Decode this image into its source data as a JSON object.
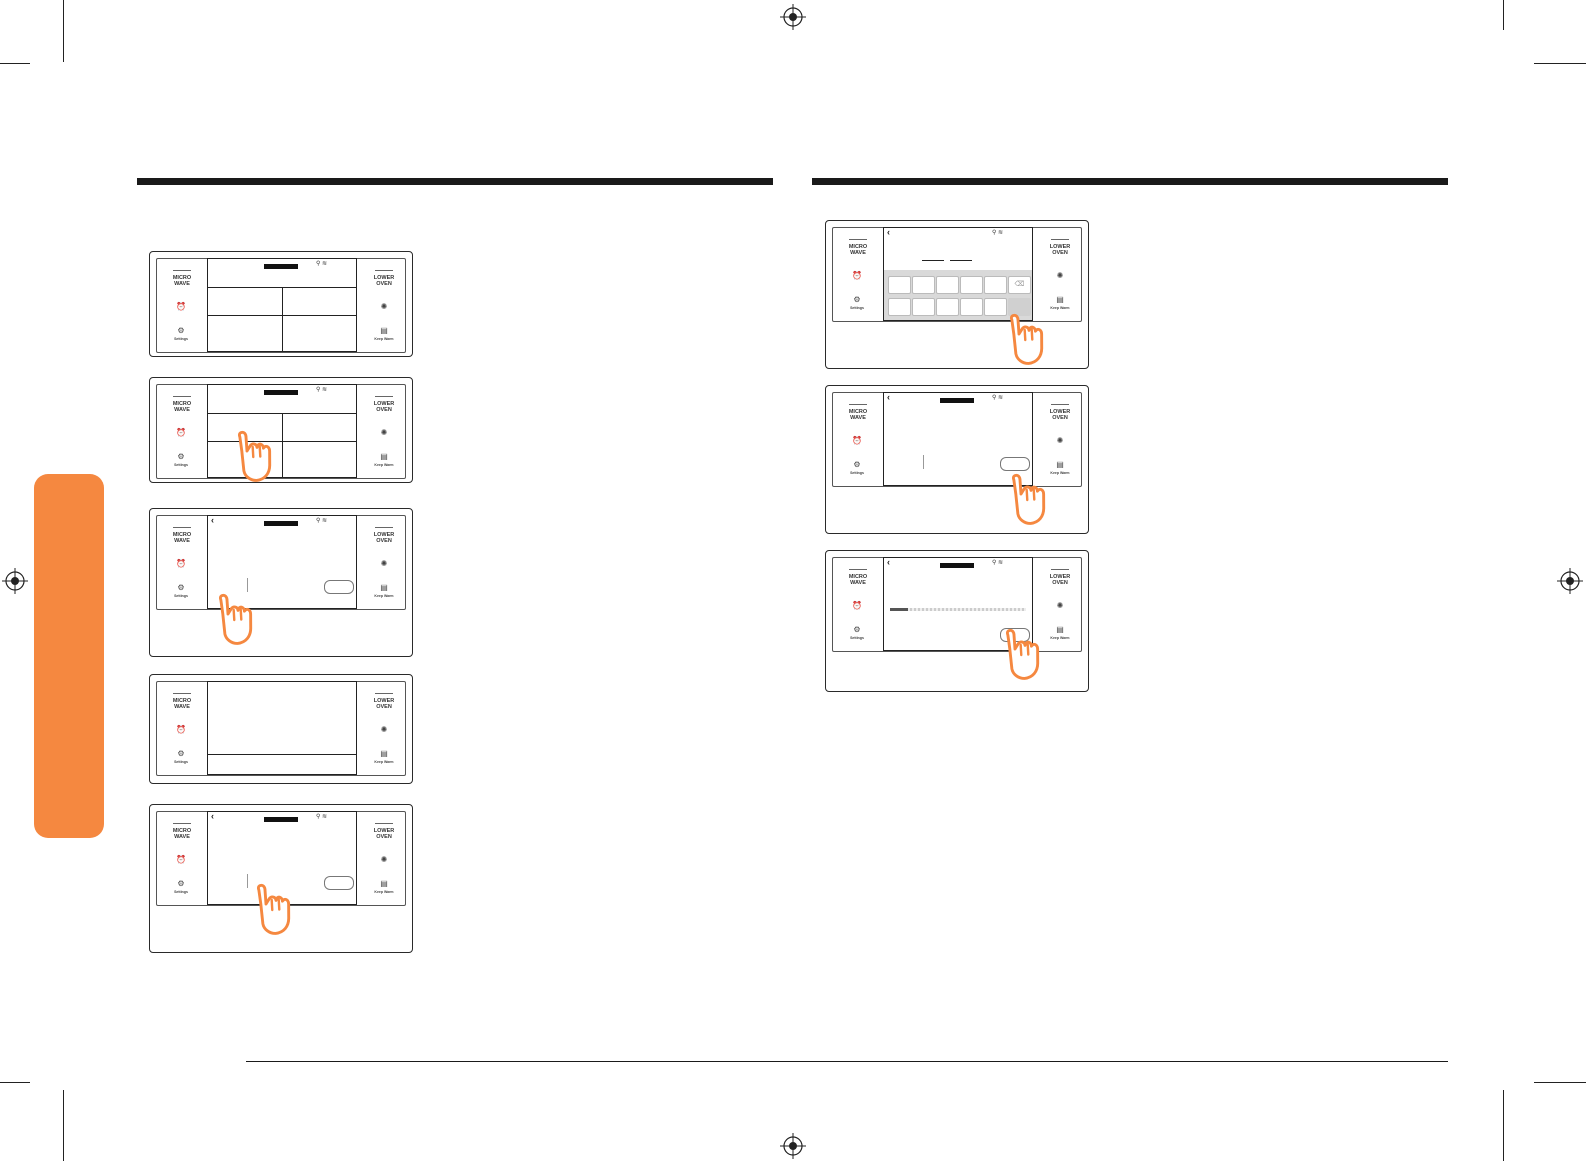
{
  "panel_labels": {
    "left_top": "MICRO WAVE",
    "right_top": "LOWER OVEN",
    "left_bottom": "Settings",
    "right_bottom": "Keep Warm"
  },
  "icons": {
    "timer": "alarm-clock-icon",
    "settings": "gear-icon",
    "light": "light-bulb-icon",
    "keep_warm": "keep-warm-icon",
    "back": "chevron-left-icon",
    "wifi": "wifi-icon",
    "hand": "pointing-hand-icon",
    "registration": "registration-mark-icon"
  },
  "colors": {
    "accent_orange": "#f58840",
    "ink": "#1a1a1a"
  }
}
